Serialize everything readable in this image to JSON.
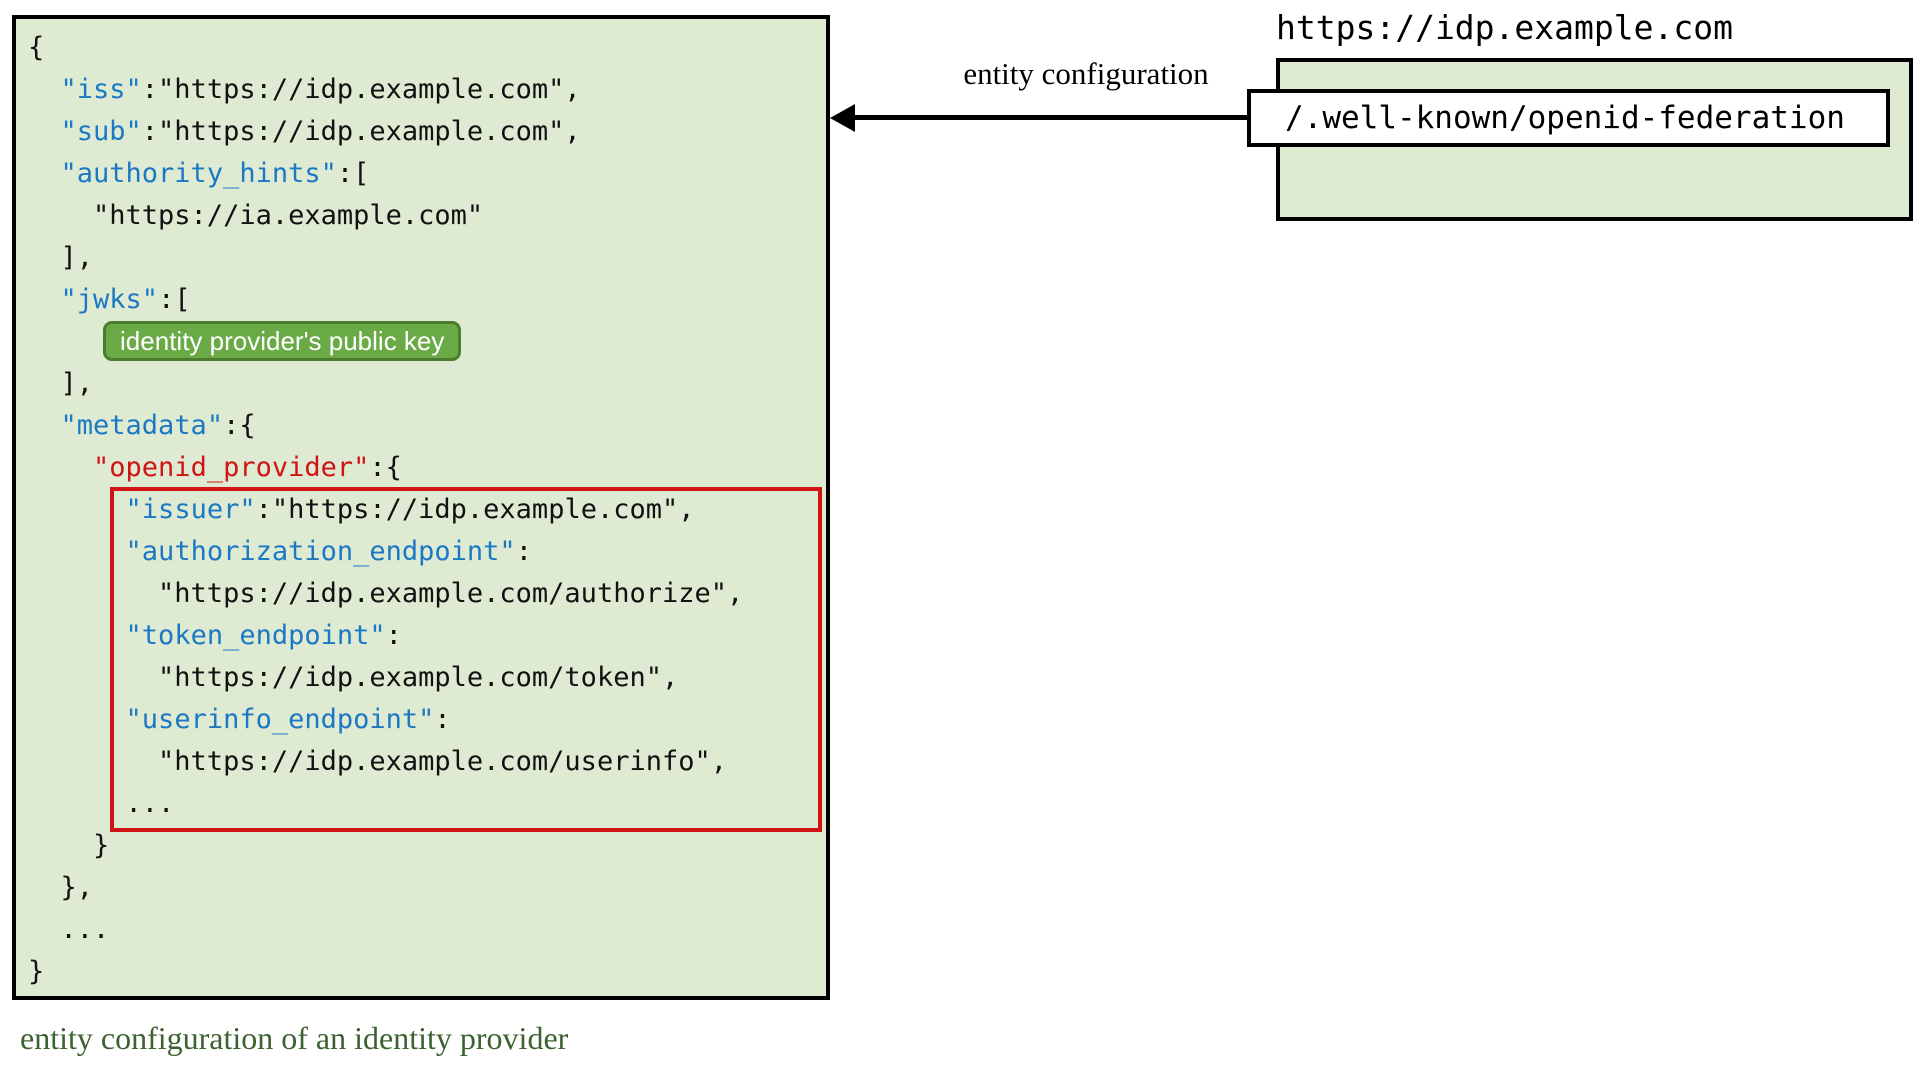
{
  "colors": {
    "panel_bg": "#deebd2",
    "key_blue": "#1b78c4",
    "key_red": "#d01414",
    "badge_bg": "#6aaa46",
    "badge_border": "#4a7c2c",
    "caption_green": "#3d6130",
    "ink": "#111111"
  },
  "left_panel": {
    "caption": "entity configuration of an identity provider",
    "code_lines": [
      [
        {
          "c": "p",
          "t": "{"
        }
      ],
      [
        {
          "c": "p",
          "t": "  "
        },
        {
          "c": "k",
          "t": "\"iss\""
        },
        {
          "c": "p",
          "t": ":\"https://idp.example.com\","
        }
      ],
      [
        {
          "c": "p",
          "t": "  "
        },
        {
          "c": "k",
          "t": "\"sub\""
        },
        {
          "c": "p",
          "t": ":\"https://idp.example.com\","
        }
      ],
      [
        {
          "c": "p",
          "t": "  "
        },
        {
          "c": "k",
          "t": "\"authority_hints\""
        },
        {
          "c": "p",
          "t": ":["
        }
      ],
      [
        {
          "c": "p",
          "t": "    \"https://ia.example.com\""
        }
      ],
      [
        {
          "c": "p",
          "t": "  ],"
        }
      ],
      [
        {
          "c": "p",
          "t": "  "
        },
        {
          "c": "k",
          "t": "\"jwks\""
        },
        {
          "c": "p",
          "t": ":["
        }
      ],
      [
        {
          "c": "p",
          "t": "    "
        },
        {
          "c": "badge",
          "t": "identity provider's public key"
        }
      ],
      [
        {
          "c": "p",
          "t": "  ],"
        }
      ],
      [
        {
          "c": "p",
          "t": "  "
        },
        {
          "c": "k",
          "t": "\"metadata\""
        },
        {
          "c": "p",
          "t": ":{"
        }
      ],
      [
        {
          "c": "p",
          "t": "    "
        },
        {
          "c": "r",
          "t": "\"openid_provider\""
        },
        {
          "c": "p",
          "t": ":{"
        }
      ],
      [
        {
          "c": "p",
          "t": "      "
        },
        {
          "c": "k",
          "t": "\"issuer\""
        },
        {
          "c": "p",
          "t": ":\"https://idp.example.com\","
        }
      ],
      [
        {
          "c": "p",
          "t": "      "
        },
        {
          "c": "k",
          "t": "\"authorization_endpoint\""
        },
        {
          "c": "p",
          "t": ":"
        }
      ],
      [
        {
          "c": "p",
          "t": "        \"https://idp.example.com/authorize\","
        }
      ],
      [
        {
          "c": "p",
          "t": "      "
        },
        {
          "c": "k",
          "t": "\"token_endpoint\""
        },
        {
          "c": "p",
          "t": ":"
        }
      ],
      [
        {
          "c": "p",
          "t": "        \"https://idp.example.com/token\","
        }
      ],
      [
        {
          "c": "p",
          "t": "      "
        },
        {
          "c": "k",
          "t": "\"userinfo_endpoint\""
        },
        {
          "c": "p",
          "t": ":"
        }
      ],
      [
        {
          "c": "p",
          "t": "        \"https://idp.example.com/userinfo\","
        }
      ],
      [
        {
          "c": "p",
          "t": "      ..."
        }
      ],
      [
        {
          "c": "p",
          "t": "    }"
        }
      ],
      [
        {
          "c": "p",
          "t": "  },"
        }
      ],
      [
        {
          "c": "p",
          "t": "  ..."
        }
      ],
      [
        {
          "c": "p",
          "t": "}"
        }
      ]
    ]
  },
  "arrow": {
    "label": "entity configuration"
  },
  "right_panel": {
    "title": "https://idp.example.com",
    "path": "/.well-known/openid-federation"
  }
}
